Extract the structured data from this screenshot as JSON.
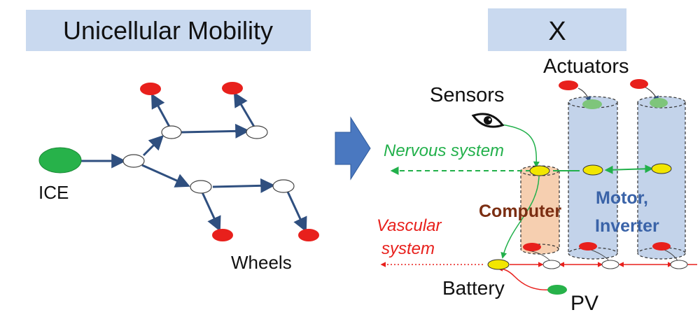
{
  "left_panel": {
    "title": "Unicellular Mobility",
    "engine_label": "ICE",
    "wheels_label": "Wheels"
  },
  "right_panel": {
    "title": "X",
    "actuators_label": "Actuators",
    "sensors_label": "Sensors",
    "nervous_label": "Nervous system",
    "computer_label": "Computer",
    "motor_label_1": "Motor,",
    "motor_label_2": "Inverter",
    "vascular_label_1": "Vascular",
    "vascular_label_2": "system",
    "battery_label": "Battery",
    "pv_label": "PV"
  },
  "colors": {
    "title_bg": "#c9d9ef",
    "edge": "#2f4f7f",
    "node_red": "#e8201c",
    "node_green": "#27b24a",
    "node_yellow": "#f2e600",
    "arrow_fill": "#4a78c0",
    "cylinder_blue": "#c3d3ea",
    "cylinder_orange": "#f6cfb0",
    "nervous_green": "#22b04b",
    "vascular_red": "#e8201c",
    "computer_text": "#7b2e12",
    "motor_text": "#3a63a8"
  },
  "icons": [
    "eye-icon",
    "right-arrow-icon"
  ]
}
